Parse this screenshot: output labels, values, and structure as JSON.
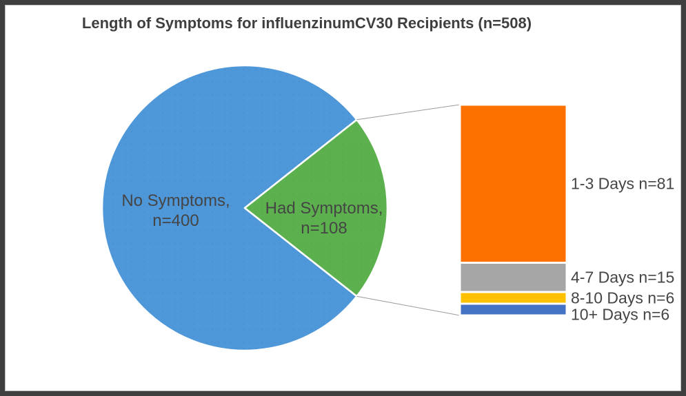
{
  "colors": {
    "frame_border": "#3F3F3F",
    "background": "#FFFFFF",
    "title_text": "#3F3F3F",
    "label_text": "#454545",
    "connector_line": "#9A9A9A",
    "slice_gap": "#FFFFFF"
  },
  "chart_data": {
    "type": "bar-of-pie",
    "title": "Length of Symptoms for influenzinumCV30 Recipients (n=508)",
    "total_n": 508,
    "legend": "none",
    "pie": {
      "slices": [
        {
          "name": "No Symptoms",
          "value": 400,
          "label_lines": [
            "No Symptoms,",
            "n=400"
          ],
          "color": "#4E97D9"
        },
        {
          "name": "Had Symptoms",
          "value": 108,
          "label_lines": [
            "Had Symptoms,",
            "n=108"
          ],
          "color": "#5CB14E"
        }
      ]
    },
    "bar": {
      "total": 108,
      "segments": [
        {
          "name": "1-3 Days",
          "value": 81,
          "label": "1-3 Days n=81",
          "color": "#FD7100"
        },
        {
          "name": "4-7 Days",
          "value": 15,
          "label": "4-7 Days n=15",
          "color": "#A6A6A6"
        },
        {
          "name": "8-10 Days",
          "value": 6,
          "label": "8-10 Days n=6",
          "color": "#FFC000"
        },
        {
          "name": "10+ Days",
          "value": 6,
          "label": "10+ Days n=6",
          "color": "#4472C4"
        }
      ]
    }
  }
}
